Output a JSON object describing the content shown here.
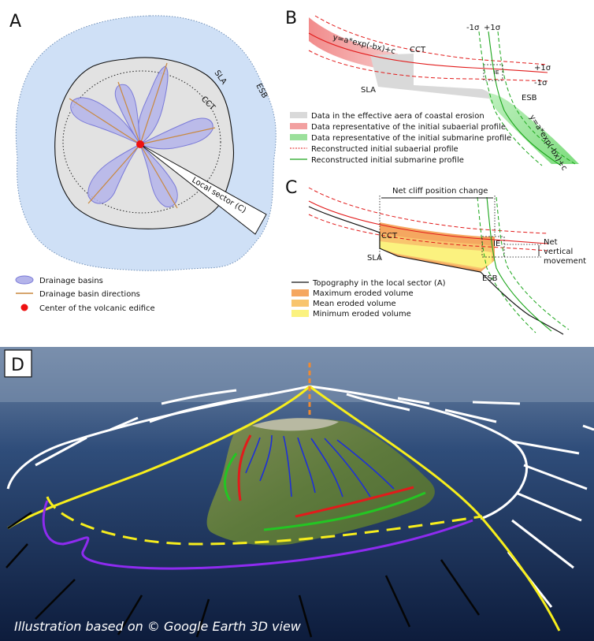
{
  "panels": {
    "A": {
      "letter": "A",
      "labels": {
        "esb": "ESB",
        "sla": "SLA",
        "cct": "CCT",
        "sector": "Local sector (C)"
      },
      "legend": [
        {
          "label": "Drainage basins",
          "color": "#b4b4ea"
        },
        {
          "label": "Drainage basin directions",
          "color": "#c9893f"
        },
        {
          "label": "Center of the volcanic edifice",
          "color": "#ee1111"
        }
      ]
    },
    "B": {
      "letter": "B",
      "eq_top": "y=a*exp(-bx)+c",
      "eq_bottom": "y=a*exp(-bx)+c",
      "minus_sigma": "-1σ",
      "plus_sigma": "+1σ",
      "cct": "CCT",
      "sla": "SLA",
      "esb": "ESB",
      "ie": "IE",
      "plus_sigma_right": "+1σ",
      "minus_sigma_right": "-1σ",
      "legend": [
        {
          "label": "Data in the effective aera of coastal erosion",
          "color": "#d9d9d9"
        },
        {
          "label": "Data representative of the initial subaerial profile",
          "color": "#f2a0a0"
        },
        {
          "label": "Data representative of the initial submarine profile",
          "color": "#9be09b"
        },
        {
          "label": "Reconstructed initial subaerial profile",
          "color": "#e21b1b"
        },
        {
          "label": "Reconstructed initial submarine profile",
          "color": "#1aa51a"
        }
      ]
    },
    "C": {
      "letter": "C",
      "cliff_change": "Net cliff position change",
      "cct": "CCT",
      "sla": "SLA",
      "esb": "ESB",
      "ie": "IE",
      "net_vertical": [
        "Net",
        "vertical",
        "movement"
      ],
      "legend": [
        {
          "label": "Topography in the local sector (A)",
          "color": "#111111"
        },
        {
          "label": "Maximum eroded volume",
          "color": "#f5a760"
        },
        {
          "label": "Mean eroded volume",
          "color": "#f8c56e"
        },
        {
          "label": "Minimum eroded volume",
          "color": "#fbf27f"
        }
      ]
    },
    "D": {
      "letter": "D",
      "caption": "Illustration based on © Google Earth 3D view"
    }
  }
}
